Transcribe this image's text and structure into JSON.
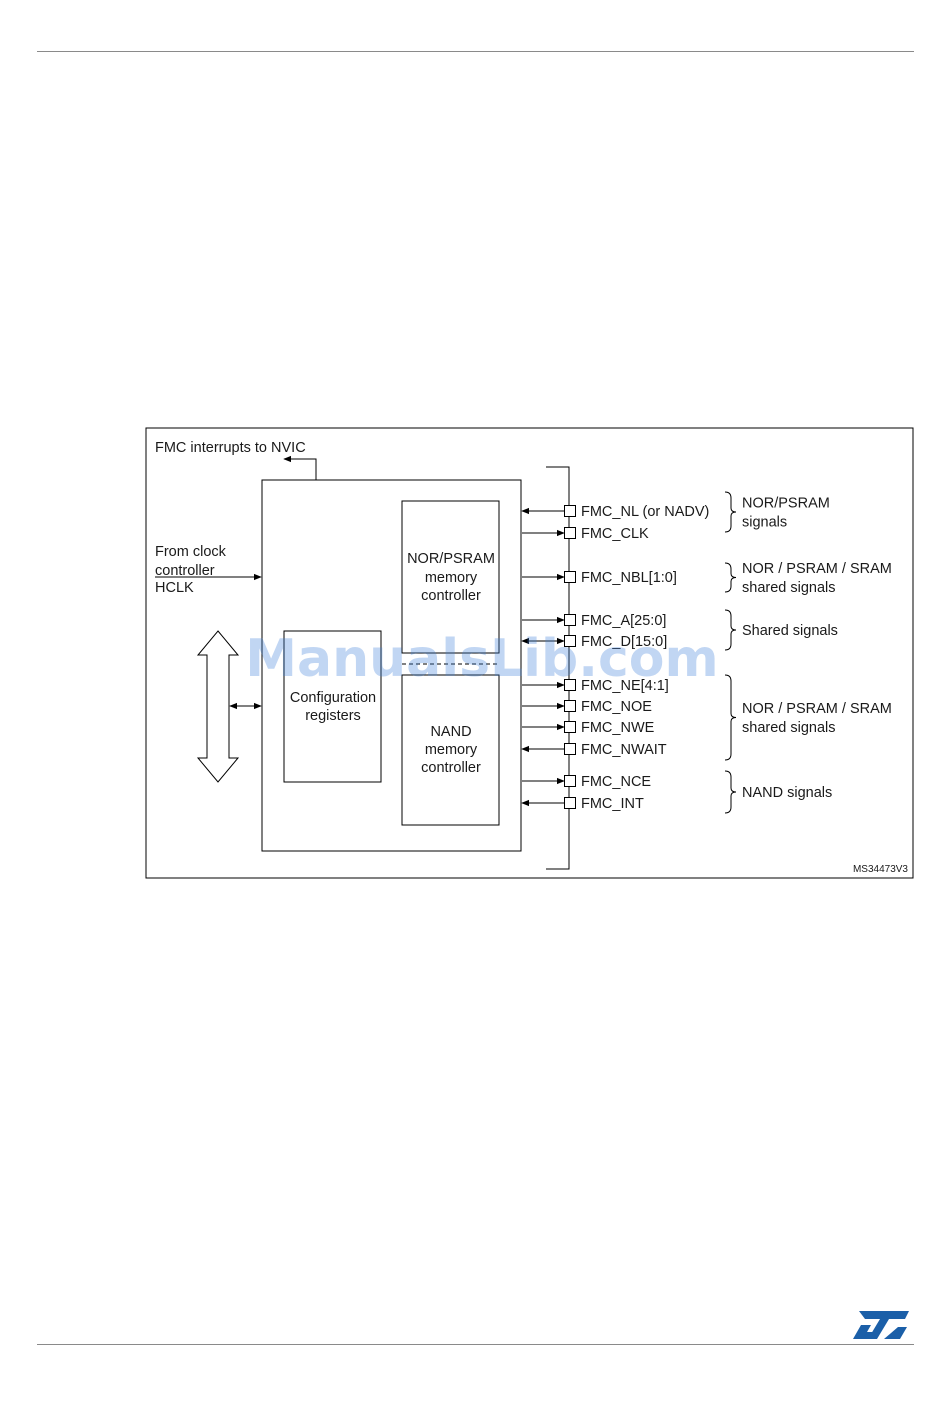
{
  "figure": {
    "interrupt_label": "FMC interrupts to NVIC",
    "clock_label": [
      "From clock",
      "controller",
      "HCLK"
    ],
    "nor_block": [
      "NOR/PSRAM",
      "memory",
      "controller"
    ],
    "config_block": [
      "Configuration",
      "registers"
    ],
    "nand_block": [
      "NAND",
      "memory",
      "controller"
    ],
    "figure_id": "MS34473V3",
    "signals": [
      {
        "name": "FMC_NL (or NADV)",
        "dir": "in"
      },
      {
        "name": "FMC_CLK",
        "dir": "out"
      },
      {
        "name": "FMC_NBL[1:0]",
        "dir": "out"
      },
      {
        "name": "FMC_A[25:0]",
        "dir": "out"
      },
      {
        "name": "FMC_D[15:0]",
        "dir": "both"
      },
      {
        "name": "FMC_NE[4:1]",
        "dir": "out"
      },
      {
        "name": "FMC_NOE",
        "dir": "out"
      },
      {
        "name": "FMC_NWE",
        "dir": "out"
      },
      {
        "name": "FMC_NWAIT",
        "dir": "in"
      },
      {
        "name": "FMC_NCE",
        "dir": "out"
      },
      {
        "name": "FMC_INT",
        "dir": "in"
      }
    ],
    "groups": [
      {
        "lines": [
          "NOR/PSRAM",
          "signals"
        ]
      },
      {
        "lines": [
          "NOR / PSRAM / SRAM",
          "shared signals"
        ]
      },
      {
        "lines": [
          "Shared signals"
        ]
      },
      {
        "lines": [
          "NOR / PSRAM / SRAM",
          "shared signals"
        ]
      },
      {
        "lines": [
          "NAND signals"
        ]
      }
    ]
  },
  "watermark": "ManualsLib.com",
  "logo": {
    "text": "ST",
    "color": "#1b5fa8"
  }
}
